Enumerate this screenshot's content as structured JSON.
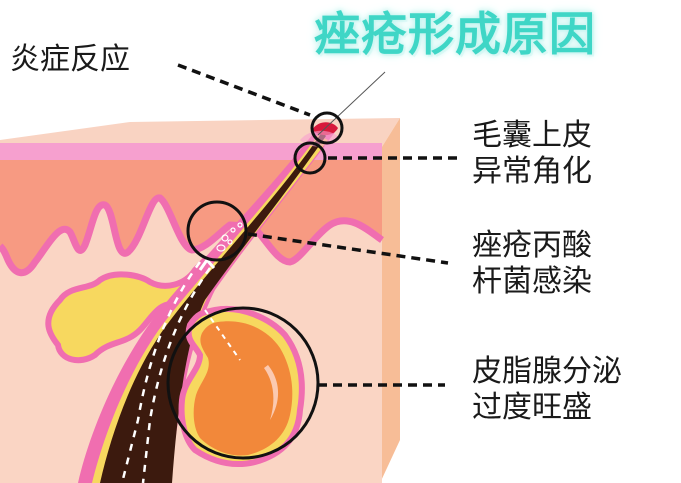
{
  "title": "痤疮形成原因",
  "labels": {
    "inflammation": {
      "lines": [
        "炎症反应"
      ]
    },
    "keratinization": {
      "lines": [
        "毛囊上皮",
        "异常角化"
      ]
    },
    "bacteria": {
      "lines": [
        "痤疮丙酸",
        "杆菌感染"
      ]
    },
    "sebum": {
      "lines": [
        "皮脂腺分泌",
        "过度旺盛"
      ]
    }
  },
  "colors": {
    "title": "#3fd6c6",
    "skin_top": "#f9d3c2",
    "skin_side": "#f7bd97",
    "epidermis_pink": "#f6a0cf",
    "dermis_salmon": "#f79a82",
    "dermis_light": "#fad5c4",
    "wave_pink": "#f06eb0",
    "gland_yellow": "#f7d85f",
    "gland_orange": "#f2883a",
    "hair_brown": "#3c1a0e",
    "inflammation_red": "#d8193b",
    "callout_black": "#111111"
  }
}
